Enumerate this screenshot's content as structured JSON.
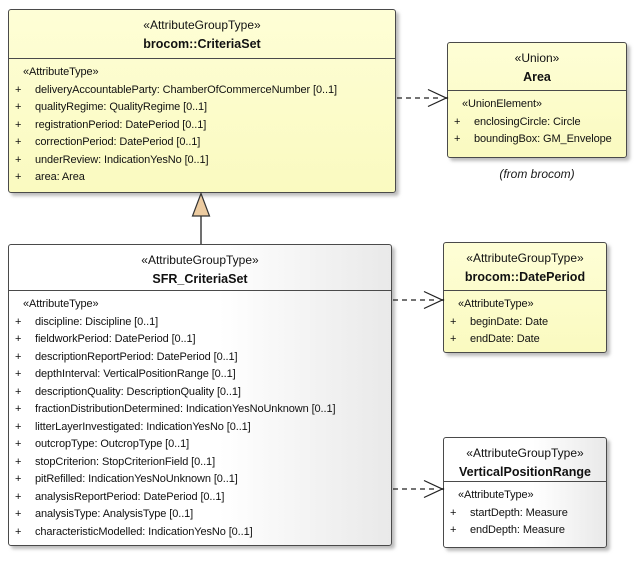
{
  "diagram": {
    "classes": {
      "criteriaset": {
        "stereotype": "«AttributeGroupType»",
        "name": "brocom::CriteriaSet",
        "attr_stereotype": "«AttributeType»",
        "attributes": [
          {
            "vis": "+",
            "text": "deliveryAccountableParty: ChamberOfCommerceNumber [0..1]"
          },
          {
            "vis": "+",
            "text": "qualityRegime: QualityRegime [0..1]"
          },
          {
            "vis": "+",
            "text": "registrationPeriod: DatePeriod [0..1]"
          },
          {
            "vis": "+",
            "text": "correctionPeriod: DatePeriod [0..1]"
          },
          {
            "vis": "+",
            "text": "underReview: IndicationYesNo [0..1]"
          },
          {
            "vis": "+",
            "text": "area: Area"
          }
        ]
      },
      "area": {
        "stereotype": "«Union»",
        "name": "Area",
        "attr_stereotype": "«UnionElement»",
        "attributes": [
          {
            "vis": "+",
            "text": "enclosingCircle: Circle"
          },
          {
            "vis": "+",
            "text": "boundingBox: GM_Envelope"
          }
        ],
        "note": "(from brocom)"
      },
      "sfr": {
        "stereotype": "«AttributeGroupType»",
        "name": "SFR_CriteriaSet",
        "attr_stereotype": "«AttributeType»",
        "attributes": [
          {
            "vis": "+",
            "text": "discipline: Discipline [0..1]"
          },
          {
            "vis": "+",
            "text": "fieldworkPeriod: DatePeriod [0..1]"
          },
          {
            "vis": "+",
            "text": "descriptionReportPeriod: DatePeriod [0..1]"
          },
          {
            "vis": "+",
            "text": "depthInterval: VerticalPositionRange [0..1]"
          },
          {
            "vis": "+",
            "text": "descriptionQuality: DescriptionQuality [0..1]"
          },
          {
            "vis": "+",
            "text": "fractionDistributionDetermined: IndicationYesNoUnknown [0..1]"
          },
          {
            "vis": "+",
            "text": "litterLayerInvestigated: IndicationYesNo [0..1]"
          },
          {
            "vis": "+",
            "text": "outcropType: OutcropType [0..1]"
          },
          {
            "vis": "+",
            "text": "stopCriterion: StopCriterionField [0..1]"
          },
          {
            "vis": "+",
            "text": "pitRefilled: IndicationYesNoUnknown [0..1]"
          },
          {
            "vis": "+",
            "text": "analysisReportPeriod: DatePeriod [0..1]"
          },
          {
            "vis": "+",
            "text": "analysisType: AnalysisType [0..1]"
          },
          {
            "vis": "+",
            "text": "characteristicModelled: IndicationYesNo [0..1]"
          }
        ]
      },
      "dateperiod": {
        "stereotype": "«AttributeGroupType»",
        "name": "brocom::DatePeriod",
        "attr_stereotype": "«AttributeType»",
        "attributes": [
          {
            "vis": "+",
            "text": "beginDate: Date"
          },
          {
            "vis": "+",
            "text": "endDate: Date"
          }
        ]
      },
      "vrange": {
        "stereotype": "«AttributeGroupType»",
        "name": "VerticalPositionRange",
        "attr_stereotype": "«AttributeType»",
        "attributes": [
          {
            "vis": "+",
            "text": "startDepth: Measure"
          },
          {
            "vis": "+",
            "text": "endDepth: Measure"
          }
        ]
      }
    },
    "colors": {
      "yellow_fill": "#FCFCC8",
      "neutral_fill": "#FFFFFF",
      "border": "#4A4A4A",
      "line": "#222222",
      "triangle_fill": "#ECCBA0",
      "text": "#111111"
    }
  }
}
